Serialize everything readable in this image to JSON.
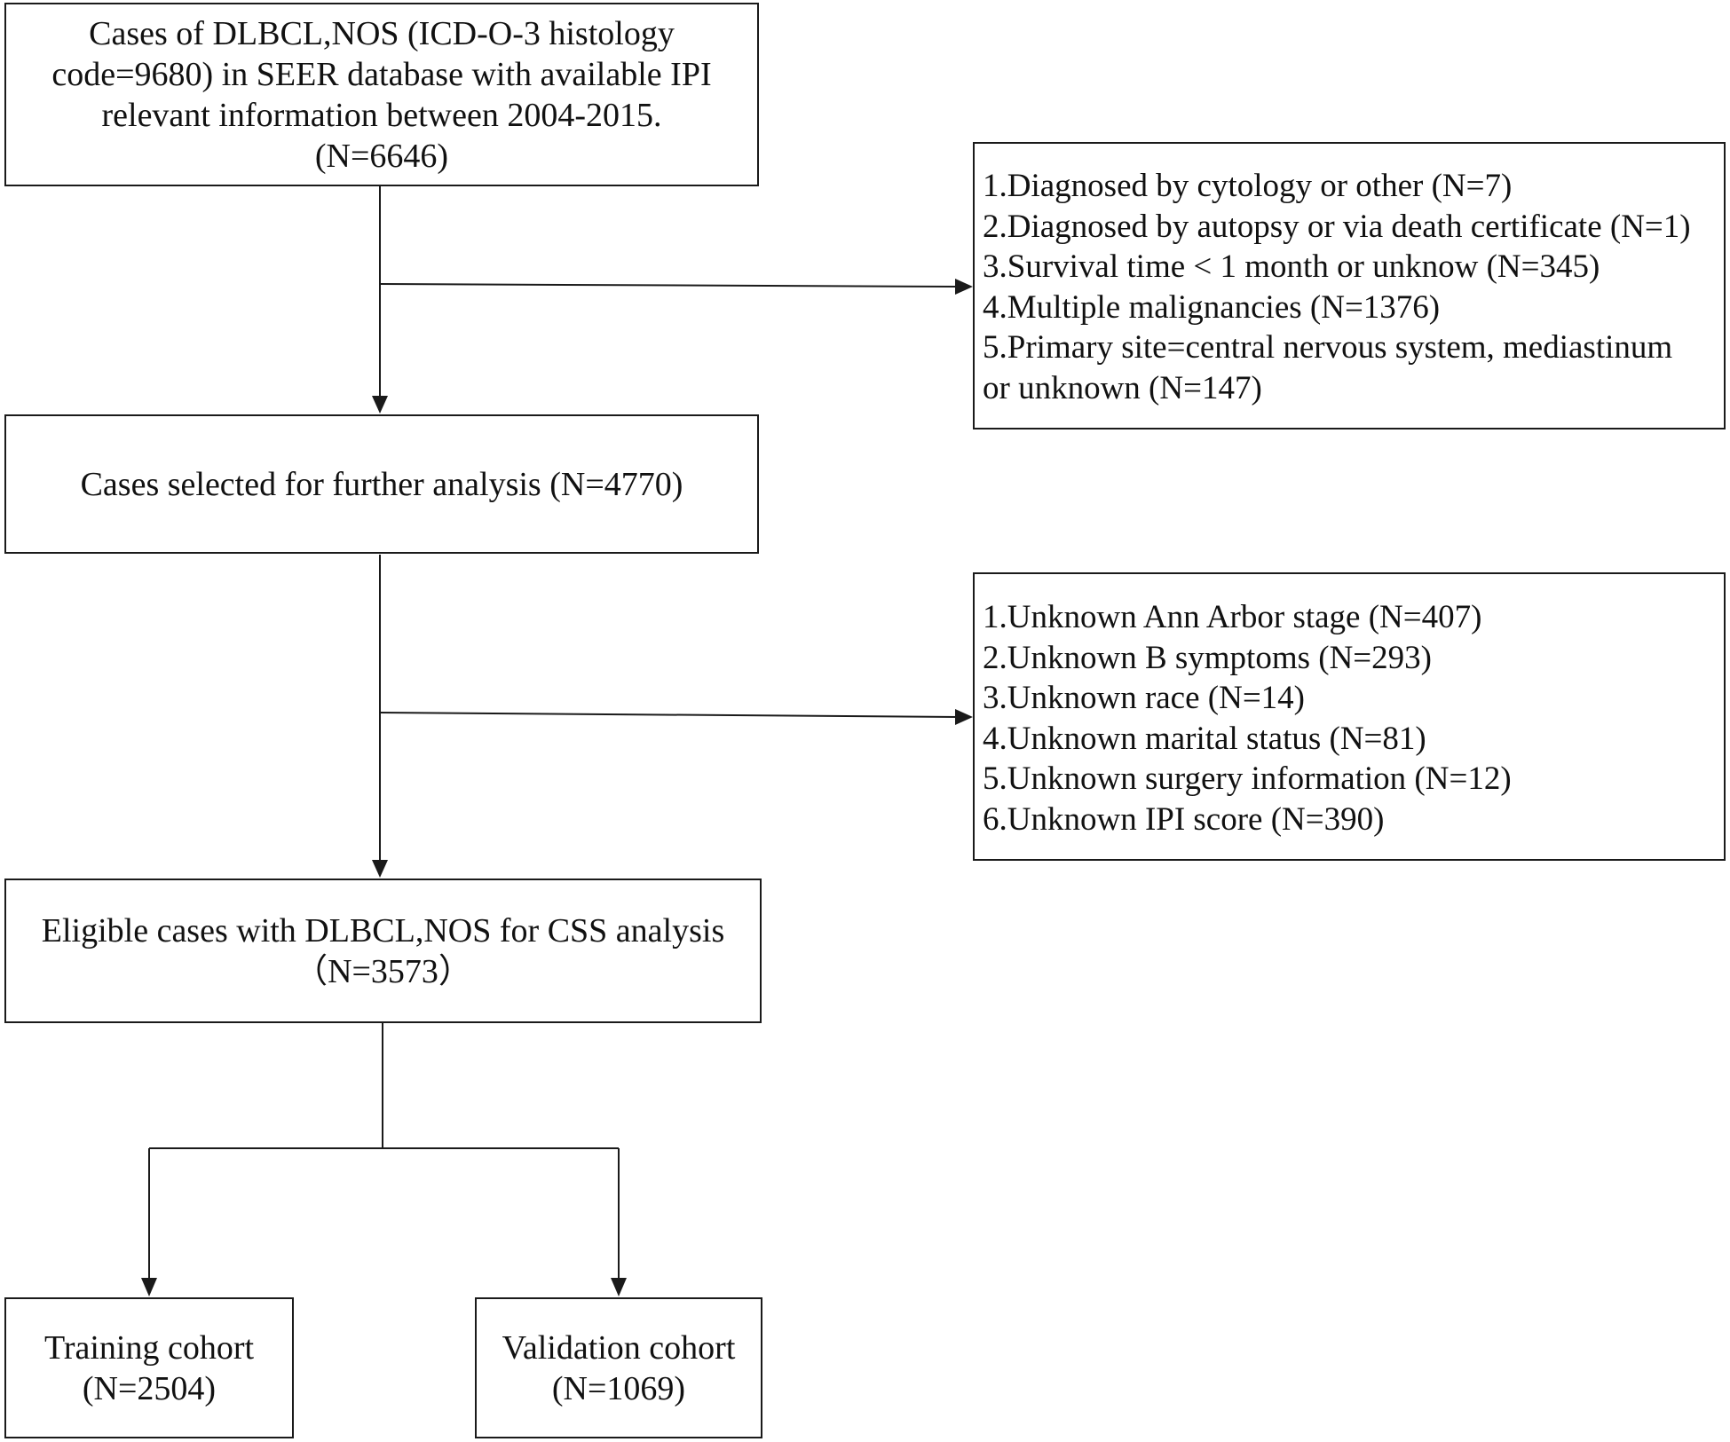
{
  "diagram": {
    "boxes": {
      "source": {
        "lines": [
          "Cases of DLBCL,NOS (ICD-O-3 histology",
          "code=9680) in SEER database with available IPI",
          "relevant information between 2004-2015.",
          "(N=6646)"
        ]
      },
      "exclusion_1": {
        "lines": [
          "1.Diagnosed by cytology or other (N=7)",
          "2.Diagnosed by autopsy or via death certificate (N=1)",
          "3.Survival time < 1 month or unknow (N=345)",
          "4.Multiple malignancies (N=1376)",
          "5.Primary site=central nervous system, mediastinum",
          "or unknown (N=147)"
        ]
      },
      "selected": {
        "lines": [
          "Cases selected for further analysis (N=4770)"
        ]
      },
      "exclusion_2": {
        "lines": [
          "1.Unknown Ann Arbor stage (N=407)",
          "2.Unknown B symptoms (N=293)",
          "3.Unknown race (N=14)",
          "4.Unknown marital status (N=81)",
          "5.Unknown surgery information (N=12)",
          "6.Unknown IPI score (N=390)"
        ]
      },
      "eligible": {
        "lines": [
          "Eligible cases with DLBCL,NOS for CSS analysis",
          "（N=3573）"
        ]
      },
      "training": {
        "lines": [
          "Training cohort",
          "(N=2504)"
        ]
      },
      "validation": {
        "lines": [
          "Validation cohort",
          "(N=1069)"
        ]
      }
    },
    "colors": {
      "stroke": "#1a1a1a",
      "text": "#111111",
      "background": "#ffffff"
    }
  }
}
